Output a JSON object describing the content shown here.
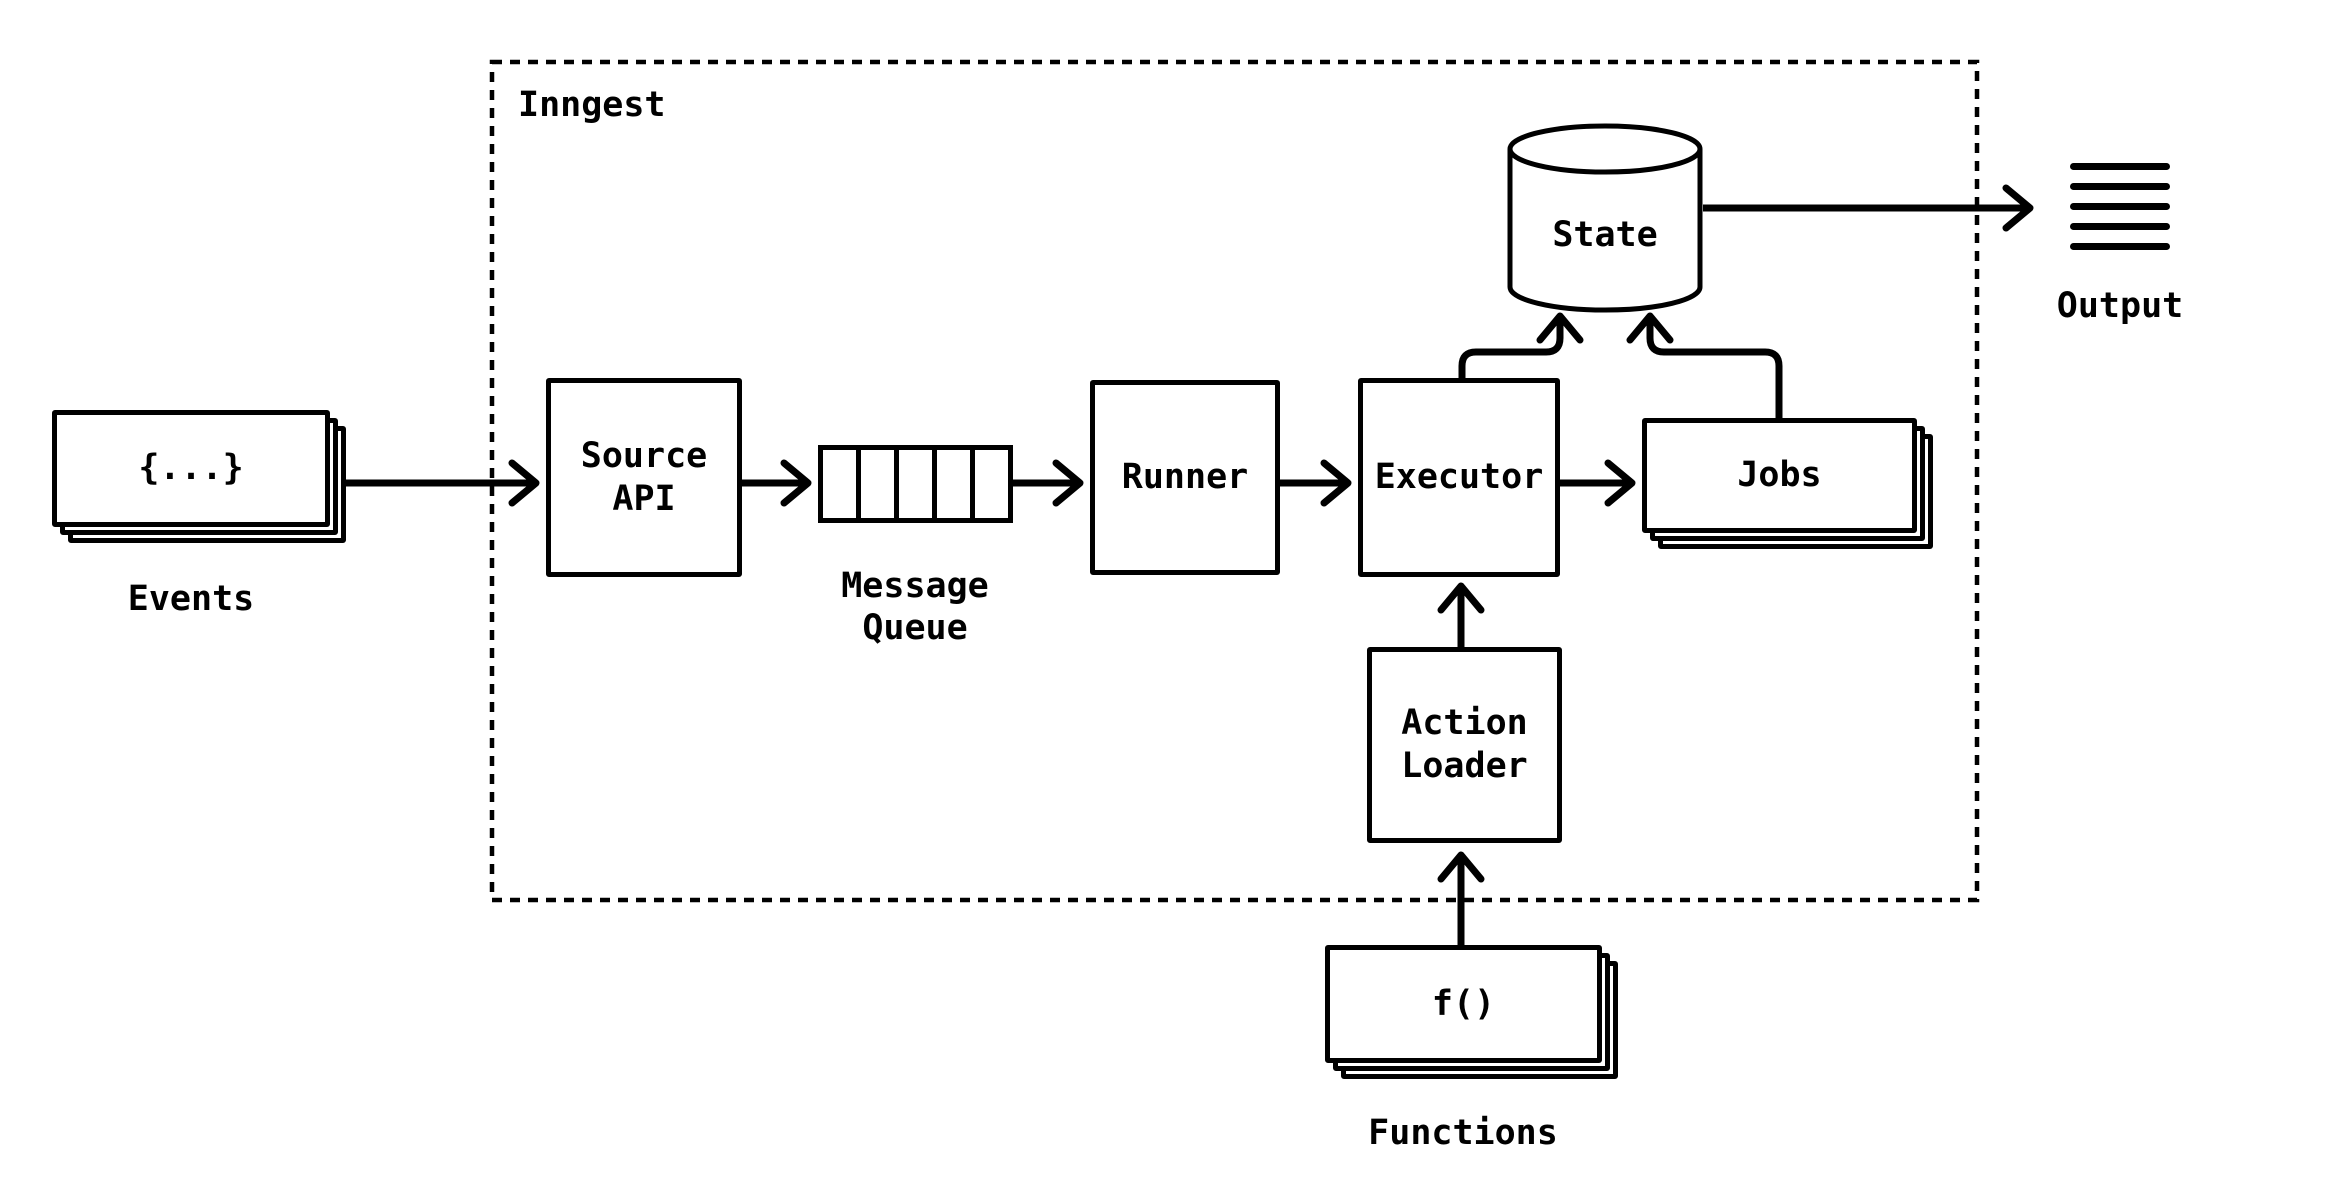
{
  "colors": {
    "ink": "#000000",
    "background": "#ffffff"
  },
  "container": {
    "label": "Inngest"
  },
  "nodes": {
    "events": {
      "label": "{...}",
      "caption": "Events"
    },
    "source_api": {
      "label": "Source\nAPI"
    },
    "message_queue": {
      "caption": "Message\nQueue",
      "cells": 5
    },
    "runner": {
      "label": "Runner"
    },
    "executor": {
      "label": "Executor"
    },
    "state": {
      "label": "State"
    },
    "jobs": {
      "label": "Jobs"
    },
    "action_loader": {
      "label": "Action\nLoader"
    },
    "functions": {
      "label": "f()",
      "caption": "Functions"
    },
    "output": {
      "caption": "Output"
    }
  },
  "edges": [
    {
      "from": "events",
      "to": "source_api"
    },
    {
      "from": "source_api",
      "to": "message_queue"
    },
    {
      "from": "message_queue",
      "to": "runner"
    },
    {
      "from": "runner",
      "to": "executor"
    },
    {
      "from": "executor",
      "to": "jobs"
    },
    {
      "from": "executor",
      "to": "state"
    },
    {
      "from": "jobs",
      "to": "state"
    },
    {
      "from": "action_loader",
      "to": "executor"
    },
    {
      "from": "functions",
      "to": "action_loader"
    },
    {
      "from": "state",
      "to": "output"
    }
  ]
}
